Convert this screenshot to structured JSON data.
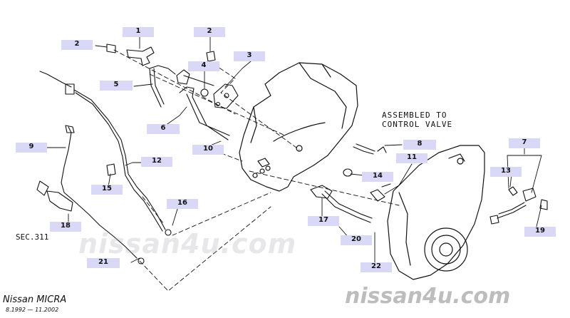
{
  "labels": {
    "l1": "1",
    "l2a": "2",
    "l2b": "2",
    "l3": "3",
    "l4": "4",
    "l5": "5",
    "l6": "6",
    "l7": "7",
    "l8": "8",
    "l9": "9",
    "l10": "10",
    "l11": "11",
    "l12": "12",
    "l13": "13",
    "l14": "14",
    "l15": "15",
    "l16": "16",
    "l17": "17",
    "l18": "18",
    "l19": "19",
    "l20": "20",
    "l21": "21",
    "l22": "22"
  },
  "note": {
    "line1": "ASSEMBLED TO",
    "line2": "CONTROL VALVE"
  },
  "section_ref": "SEC.311",
  "watermark": {
    "center": "nissan4u.com",
    "corner": "nissan4u.com"
  },
  "footer": {
    "model": "Nissan MICRA",
    "dates": "8.1992 — 11.2002"
  }
}
